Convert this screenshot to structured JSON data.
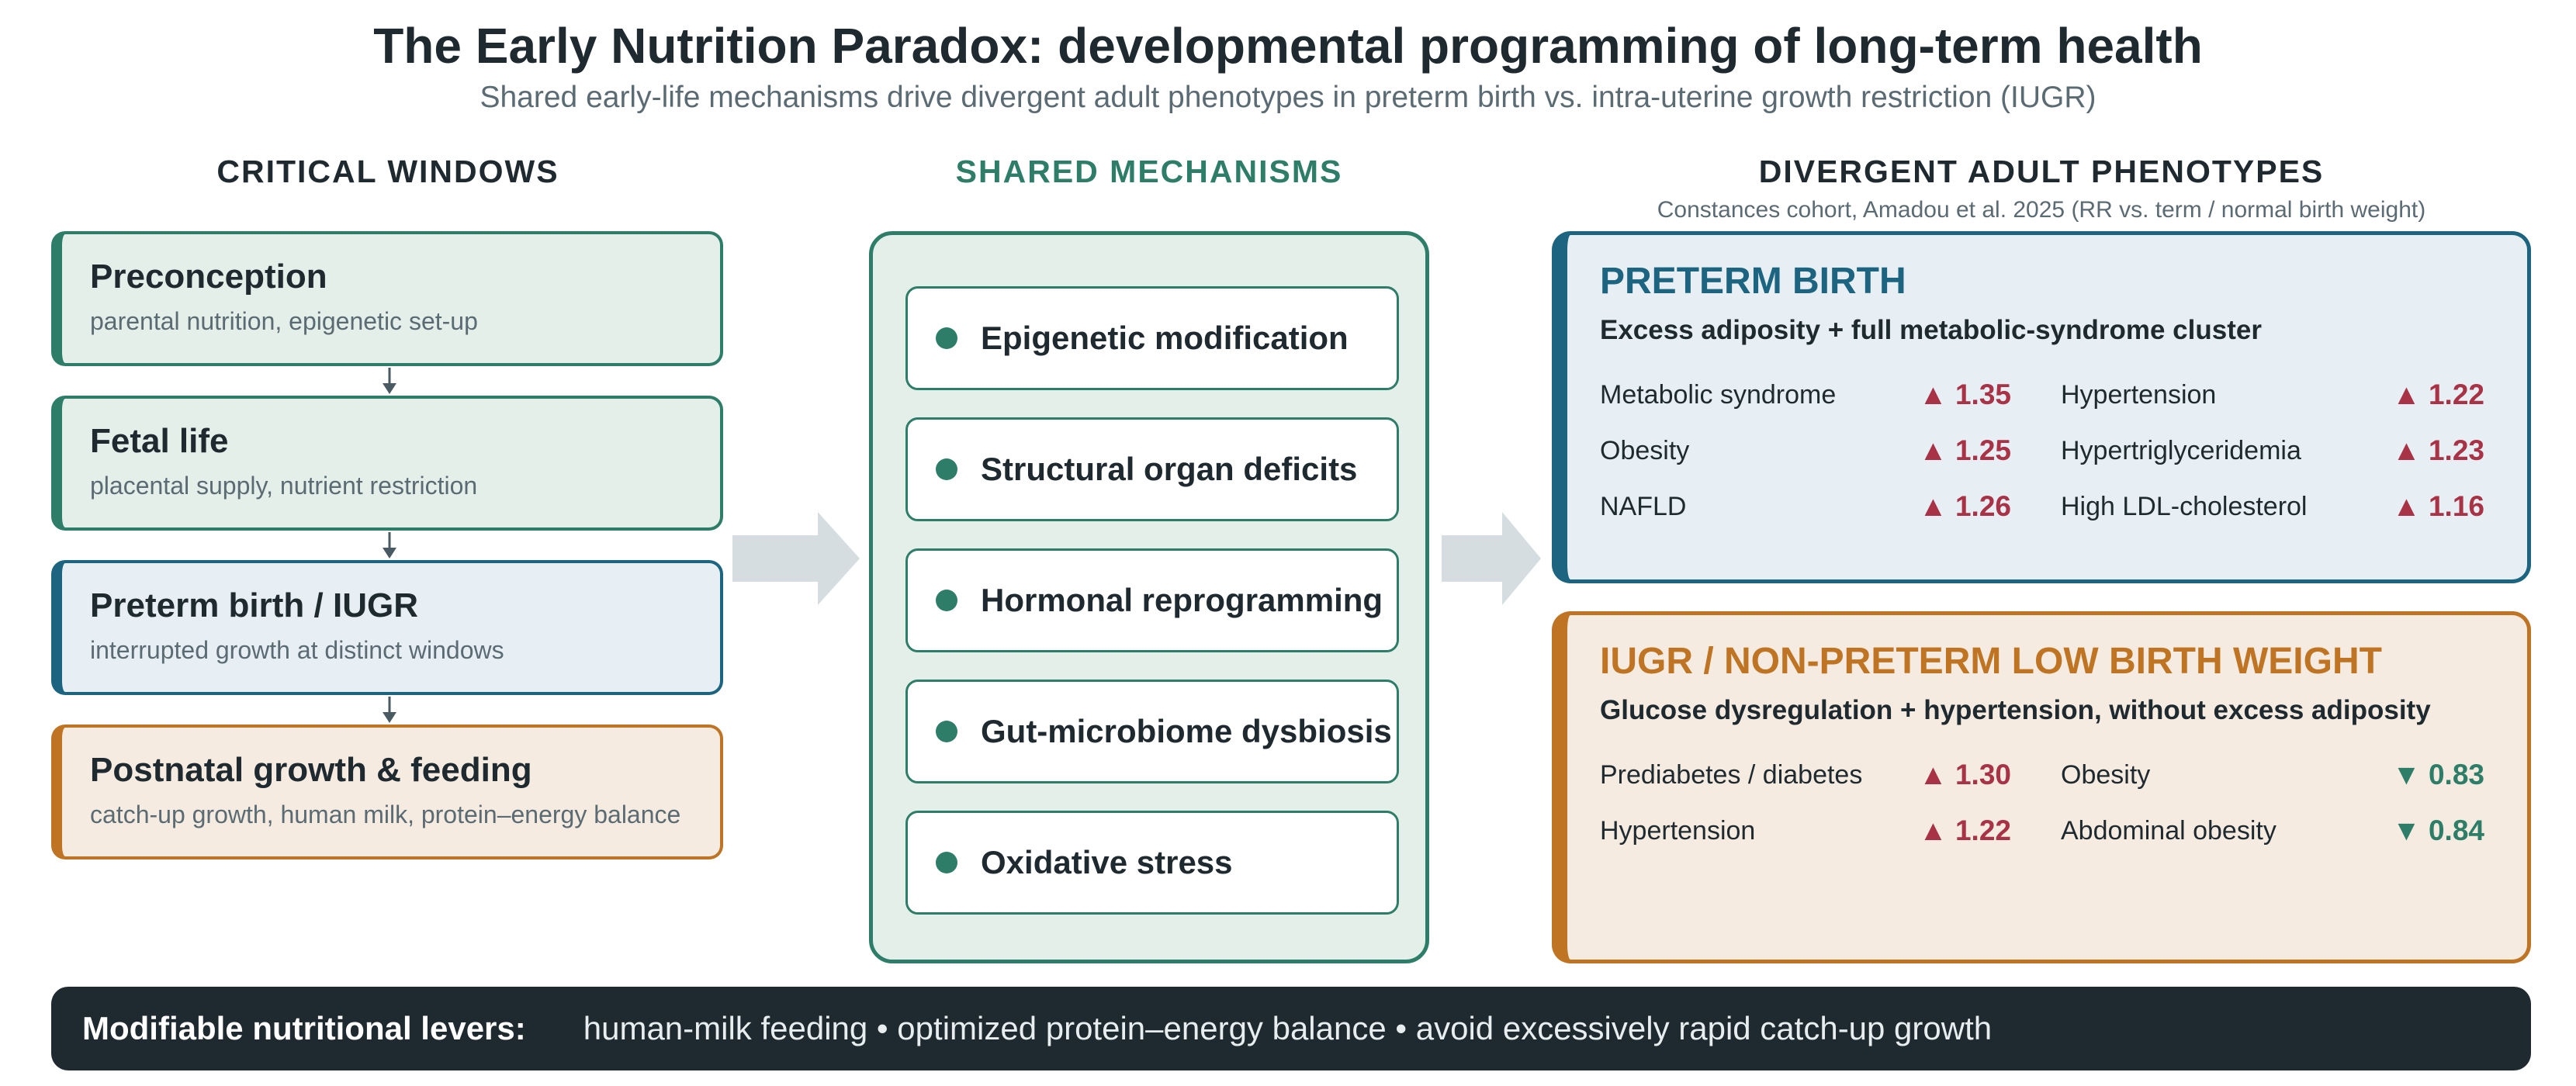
{
  "title": "The Early Nutrition Paradox: developmental programming of long-term health",
  "subtitle": "Shared early-life mechanisms drive divergent adult phenotypes in preterm birth vs. intra-uterine growth restriction (IUGR)",
  "columns": {
    "windows": "CRITICAL WINDOWS",
    "mechanisms": "SHARED MECHANISMS",
    "phenotypes": "DIVERGENT ADULT PHENOTYPES",
    "phenotypes_note": "Constances cohort, Amadou et al. 2025 (RR vs. term / normal birth weight)"
  },
  "windows": [
    {
      "title": "Preconception",
      "sub": "parental nutrition, epigenetic set-up",
      "color": "#2e7d68"
    },
    {
      "title": "Fetal life",
      "sub": "placental supply, nutrient restriction",
      "color": "#2e7d68"
    },
    {
      "title": "Preterm birth / IUGR",
      "sub": "interrupted growth at distinct windows",
      "color": "#1c6480"
    },
    {
      "title": "Postnatal growth & feeding",
      "sub": "catch-up growth, human milk, protein–energy balance",
      "color": "#bf7423"
    }
  ],
  "mechanisms": [
    "Epigenetic modification",
    "Structural organ deficits",
    "Hormonal reprogramming",
    "Gut-microbiome dysbiosis",
    "Oxidative stress"
  ],
  "phenotypes": {
    "preterm": {
      "title": "PRETERM BIRTH",
      "subtitle": "Excess adiposity + full metabolic-syndrome cluster",
      "left": [
        {
          "label": "Metabolic syndrome",
          "value": "▲ 1.35"
        },
        {
          "label": "Obesity",
          "value": "▲ 1.25"
        },
        {
          "label": "NAFLD",
          "value": "▲ 1.26"
        }
      ],
      "right": [
        {
          "label": "Hypertension",
          "value": "▲ 1.22"
        },
        {
          "label": "Hypertriglyceridemia",
          "value": "▲ 1.23"
        },
        {
          "label": "High LDL-cholesterol",
          "value": "▲ 1.16"
        }
      ]
    },
    "iugr": {
      "title": "IUGR / NON-PRETERM LOW BIRTH WEIGHT",
      "subtitle": "Glucose dysregulation + hypertension, without excess adiposity",
      "left": [
        {
          "label": "Prediabetes / diabetes",
          "value": "▲ 1.30"
        },
        {
          "label": "Hypertension",
          "value": "▲ 1.22"
        }
      ],
      "right": [
        {
          "label": "Obesity",
          "value": "▼ 0.83"
        },
        {
          "label": "Abdominal obesity",
          "value": "▼ 0.84"
        }
      ]
    }
  },
  "levers": {
    "label": "Modifiable nutritional levers:",
    "text": "human-milk feeding • optimized protein–energy balance • avoid excessively rapid catch-up growth"
  },
  "colors": {
    "green": "#2e7d68",
    "blue": "#1c6480",
    "orange": "#bf7423",
    "increase": "#a83246",
    "decrease": "#2e7d68",
    "dark": "#1f2a30"
  }
}
